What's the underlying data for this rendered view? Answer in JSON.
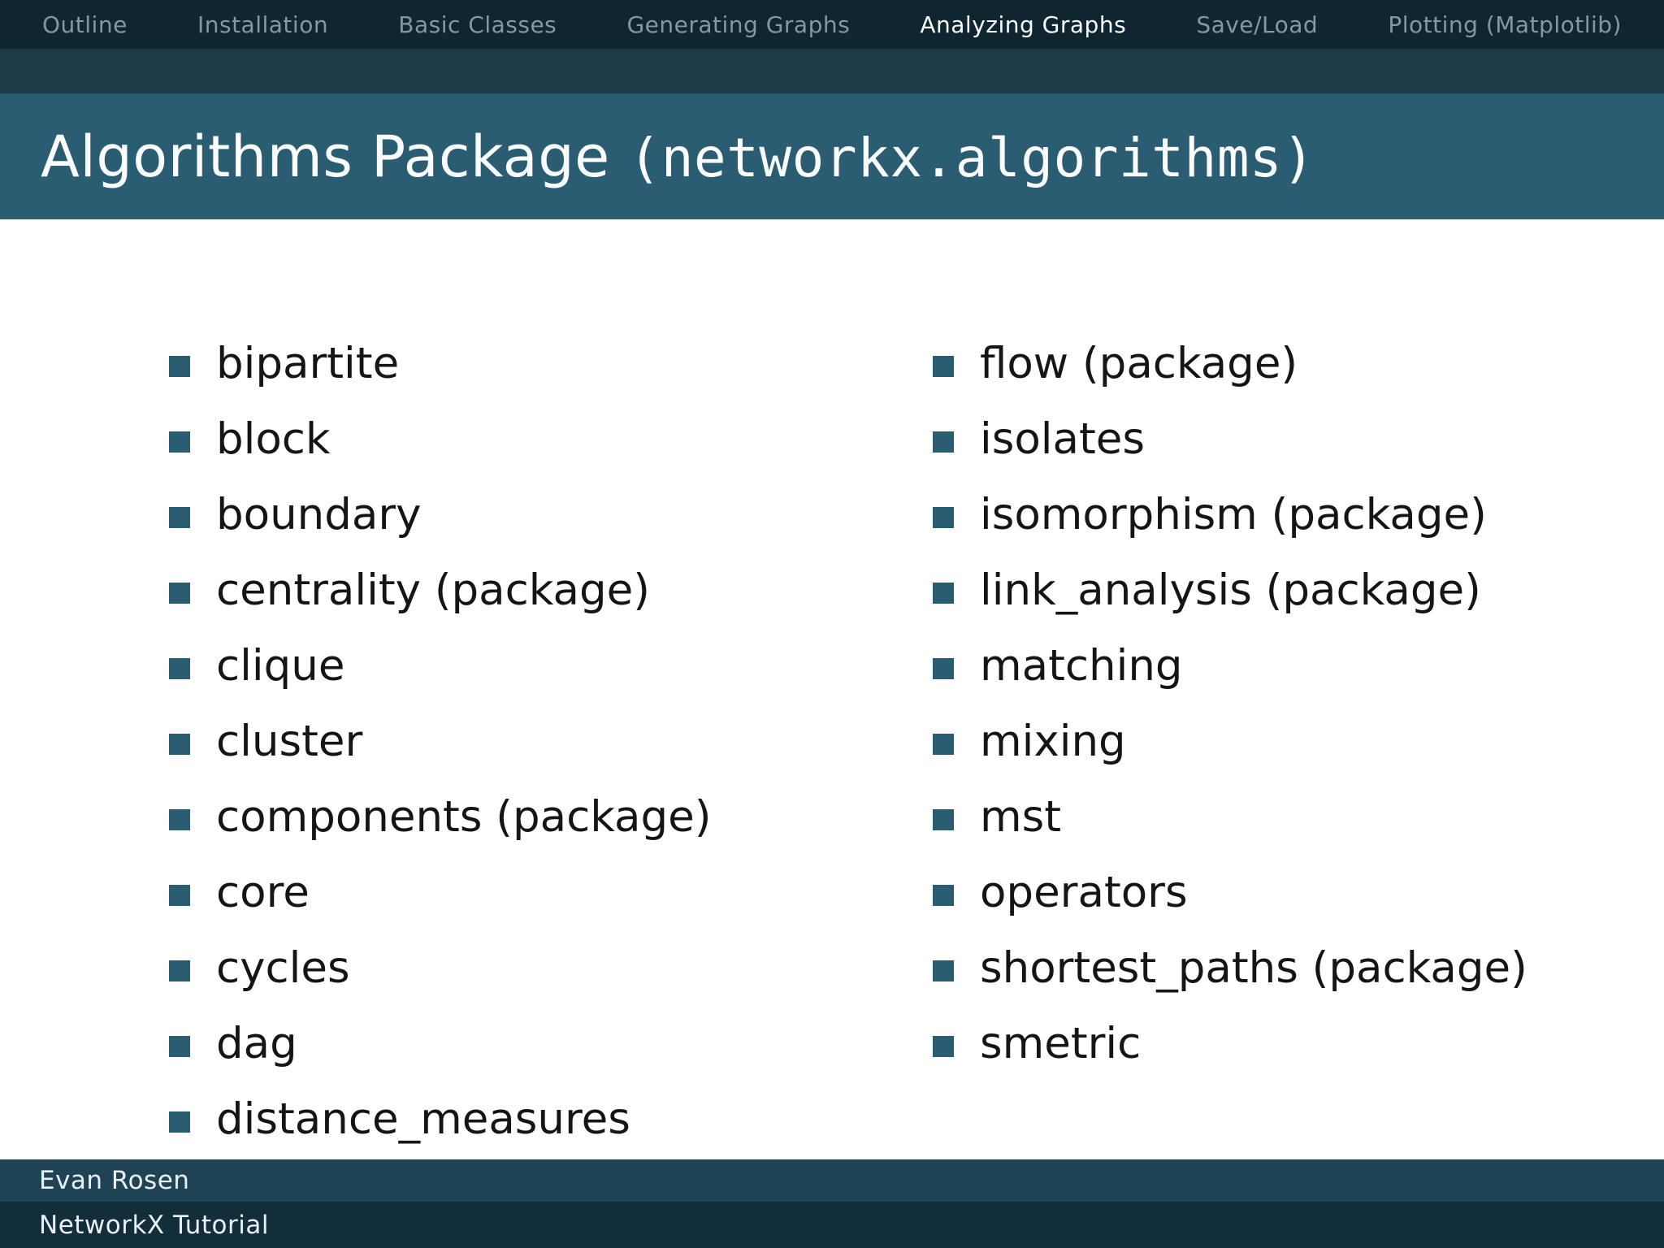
{
  "nav": {
    "items": [
      {
        "label": "Outline",
        "active": false
      },
      {
        "label": "Installation",
        "active": false
      },
      {
        "label": "Basic Classes",
        "active": false
      },
      {
        "label": "Generating Graphs",
        "active": false
      },
      {
        "label": "Analyzing Graphs",
        "active": true
      },
      {
        "label": "Save/Load",
        "active": false
      },
      {
        "label": "Plotting (Matplotlib)",
        "active": false
      }
    ]
  },
  "title": {
    "prefix": "Algorithms Package ",
    "mono": "(networkx.algorithms)"
  },
  "lists": {
    "left": [
      "bipartite",
      "block",
      "boundary",
      "centrality (package)",
      "clique",
      "cluster",
      "components (package)",
      "core",
      "cycles",
      "dag",
      "distance_measures"
    ],
    "right": [
      "flow (package)",
      "isolates",
      "isomorphism (package)",
      "link_analysis (package)",
      "matching",
      "mixing",
      "mst",
      "operators",
      "shortest_paths (package)",
      "smetric"
    ]
  },
  "footer": {
    "author": "Evan Rosen",
    "tutorial_title": "NetworkX Tutorial"
  },
  "colors": {
    "navbar_bg": "#0f2530",
    "nav_strip_bg": "#1c3a48",
    "titlebar_bg": "#2a5c72",
    "bullet": "#2a5c72",
    "footer_author_bg": "#1d4355",
    "footer_title_bg": "#112e3a",
    "nav_inactive_text": "#8099a3",
    "nav_active_text": "#fafdfe",
    "item_text": "#151515"
  }
}
